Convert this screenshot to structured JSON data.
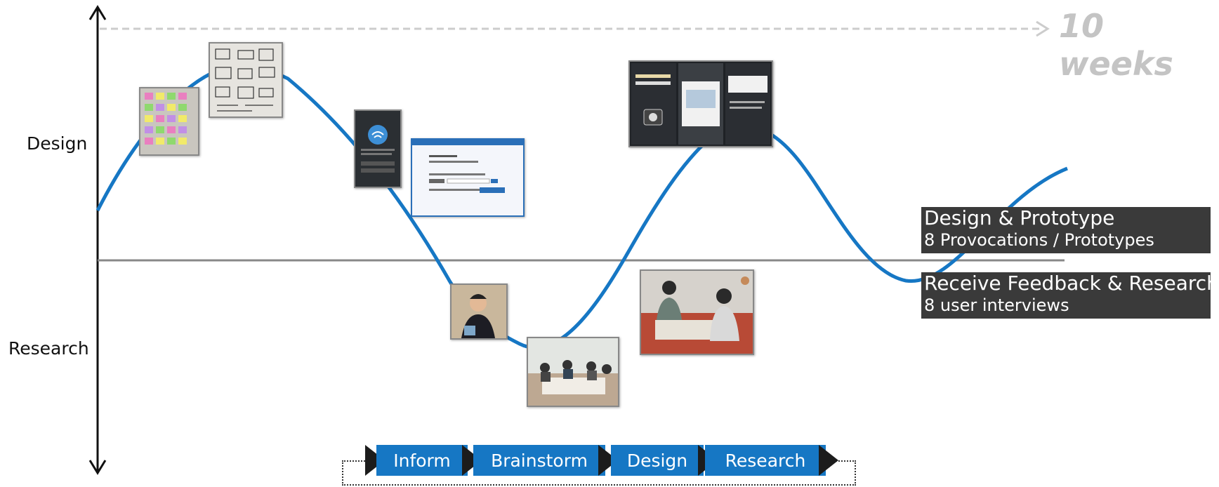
{
  "axis": {
    "top_label": "Design",
    "bottom_label": "Research"
  },
  "timeline": {
    "label": "10 weeks"
  },
  "legend": [
    {
      "title": "Design & Prototype",
      "subtitle": "8 Provocations / Prototypes"
    },
    {
      "title": "Receive Feedback & Research",
      "subtitle": "8 user interviews"
    }
  ],
  "phases": [
    "Inform",
    "Brainstorm",
    "Design",
    "Research"
  ],
  "colors": {
    "curve": "#1677c4",
    "phase_bar": "#1677c4",
    "legend_bg": "#3a3a3a",
    "timeline": "#c4c4c4",
    "midline": "#888888"
  },
  "photos": [
    {
      "name": "photo-sticky-notes-wall"
    },
    {
      "name": "photo-whiteboard-sketches"
    },
    {
      "name": "photo-app-screen-mobile"
    },
    {
      "name": "photo-app-screen-desktop"
    },
    {
      "name": "photo-interview-man"
    },
    {
      "name": "photo-group-workshop"
    },
    {
      "name": "photo-app-screens-triple"
    },
    {
      "name": "photo-interview-table"
    }
  ]
}
